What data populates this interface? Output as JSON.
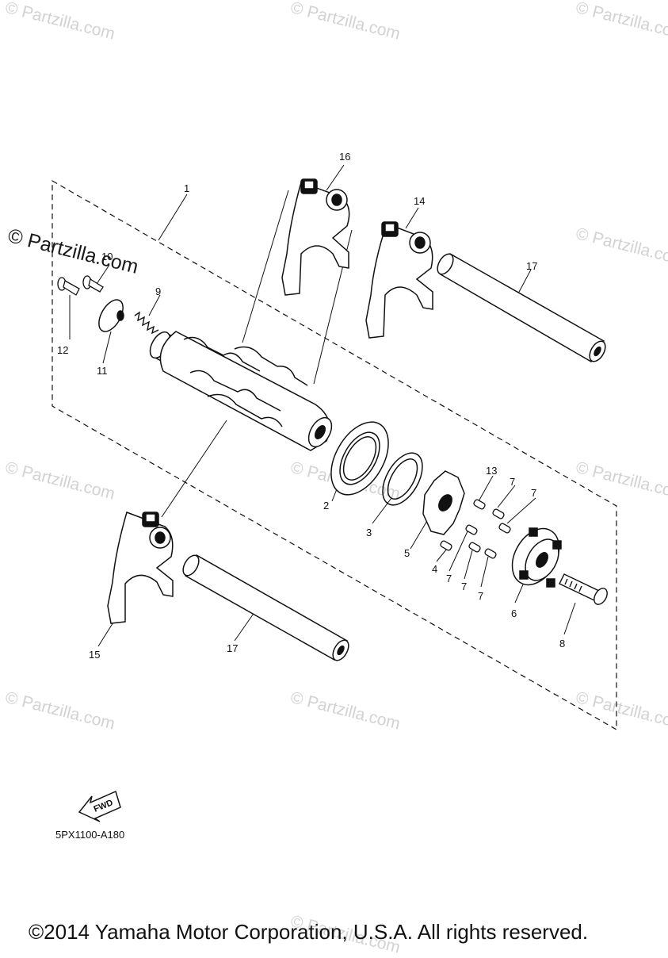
{
  "watermark": "© Partzilla.com",
  "diagram_code": "5PX1100-A180",
  "copyright": "©2014 Yamaha Motor Corporation, U.S.A. All rights reserved.",
  "fwd_label": "FWD",
  "callouts": {
    "c1": "1",
    "c2": "2",
    "c3": "3",
    "c4": "4",
    "c5": "5",
    "c6": "6",
    "c7a": "7",
    "c7b": "7",
    "c7c": "7",
    "c7d": "7",
    "c7e": "7",
    "c8": "8",
    "c9": "9",
    "c10": "10",
    "c11": "11",
    "c12": "12",
    "c13": "13",
    "c14": "14",
    "c15": "15",
    "c16": "16",
    "c17a": "17",
    "c17b": "17"
  }
}
